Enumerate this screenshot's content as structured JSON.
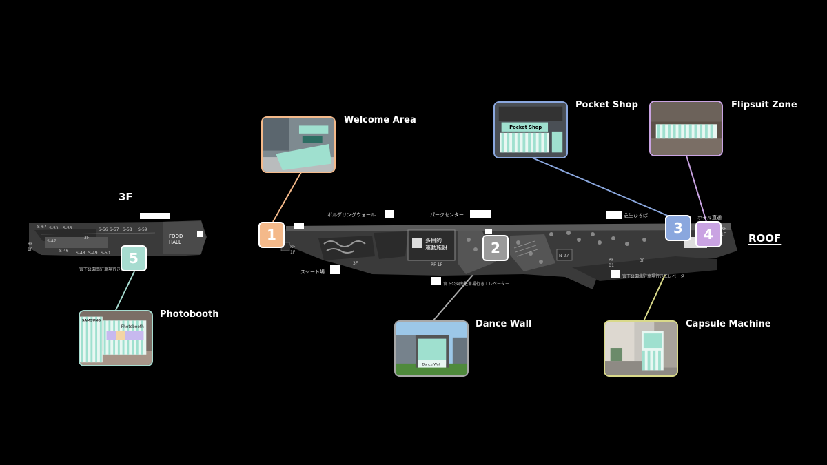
{
  "floors": {
    "third": "3F",
    "roof": "ROOF"
  },
  "map_labels": {
    "bouldering_wall": "ボルダリングウォール",
    "park_center": "パークセンター",
    "lawn_plaza": "芝生ひろば",
    "hotel_direct": "ホテル直通",
    "skate_park": "スケート場",
    "multipurpose_facility_line1": "多目的",
    "multipurpose_facility_line2": "運動施設",
    "rf_1f": "RF-1F",
    "third_floor": "3F",
    "south_elevator": "宮下公園南駐車場行きエレベーター",
    "north_elevator": "宮下公園北駐車場行きエレベーター",
    "rf": "RF",
    "one_f": "1F",
    "n27": "N-27",
    "b1": "B1",
    "rf_b": "RF",
    "third_floor_mini": "3F",
    "food_hall_line1": "FOOD",
    "food_hall_line2": "HALL",
    "third_floor_elevator": "宮下公園南駐車場行きエレベーター",
    "shops_upper": [
      "S-53",
      "S-55",
      "S-56",
      "S-57",
      "S-58",
      "S-59"
    ],
    "shops_lower": [
      "S-47",
      "S-48",
      "S-49",
      "S-50"
    ],
    "shop_s67": "S-67",
    "shop_s46": "S-46",
    "third_floor_rf": "RF",
    "third_floor_1f": "1F",
    "roof_side_rf": "RF",
    "roof_side_1f": "1F",
    "roof_side_3f": "3F"
  },
  "locations": [
    {
      "number": "1",
      "name": "Welcome Area",
      "color": "#f4b98a"
    },
    {
      "number": "2",
      "name": "Dance Wall",
      "color": "#9a9a9a"
    },
    {
      "number": "3",
      "name": "Pocket Shop",
      "color": "#8aa7de"
    },
    {
      "number": "4",
      "name": "Flipsuit Zone",
      "color": "#c9a3e2"
    },
    {
      "number": "5",
      "name": "Photobooth",
      "color": "#a7dcd0"
    }
  ],
  "capsule_machine": {
    "name": "Capsule Machine",
    "color": "#d9d98a"
  },
  "photo_texts": {
    "pocket_shop_sign": "Pocket Shop",
    "dance_wall_sign": "Dance Wall",
    "samsung": "SAMSUNG",
    "photobooth_sign": "Photobooth"
  },
  "accent_colors": {
    "mint": "#9fe0cf",
    "map_gray": "#3a3a3a"
  }
}
